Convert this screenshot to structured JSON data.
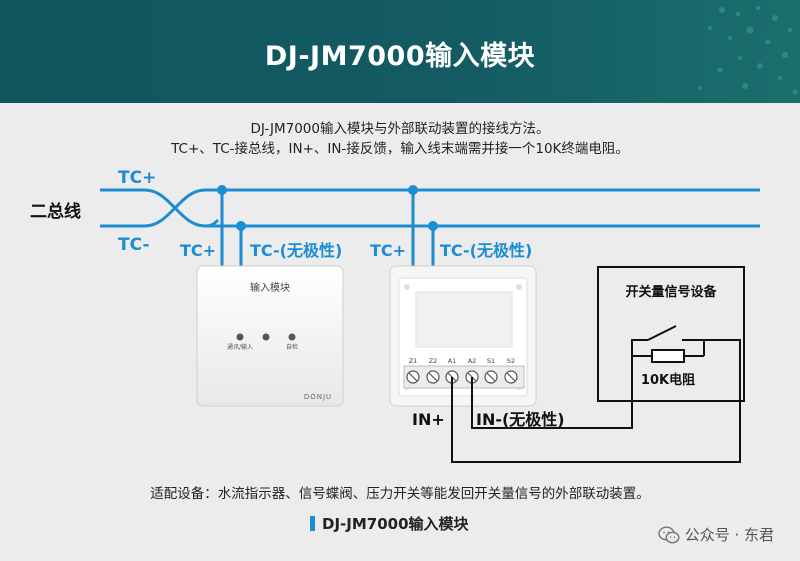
{
  "header": {
    "title": "DJ-JM7000输入模块"
  },
  "description": {
    "line1": "DJ-JM7000输入模块与外部联动装置的接线方法。",
    "line2": "TC+、TC-接总线，IN+、IN-接反馈，输入线末端需并接一个10K终端电阻。"
  },
  "bus": {
    "name": "二总线",
    "tc_plus": "TC+",
    "tc_minus": "TC-"
  },
  "module_front": {
    "tc_plus": "TC+",
    "tc_minus": "TC-(无极性)",
    "panel_title": "输入模块",
    "led_labels": [
      "通讯/输入",
      "",
      "自检"
    ],
    "brand": "DONJU"
  },
  "module_back": {
    "tc_plus": "TC+",
    "tc_minus": "TC-(无极性)",
    "terminal_labels": [
      "Z1",
      "Z2",
      "A1",
      "A2",
      "S1",
      "S2"
    ],
    "in_plus": "IN+",
    "in_minus": "IN-(无极性)"
  },
  "external_device": {
    "title": "开关量信号设备",
    "resistor": "10K电阻"
  },
  "footer": {
    "note": "适配设备：水流指示器、信号蝶阀、压力开关等能发回开关量信号的外部联动装置。",
    "caption": "DJ-JM7000输入模块",
    "watermark": "公众号 · 东君"
  },
  "colors": {
    "header_bg": "#135a62",
    "wire_blue": "#1c8dd2",
    "wire_black": "#111111",
    "page_bg": "#ececec"
  }
}
